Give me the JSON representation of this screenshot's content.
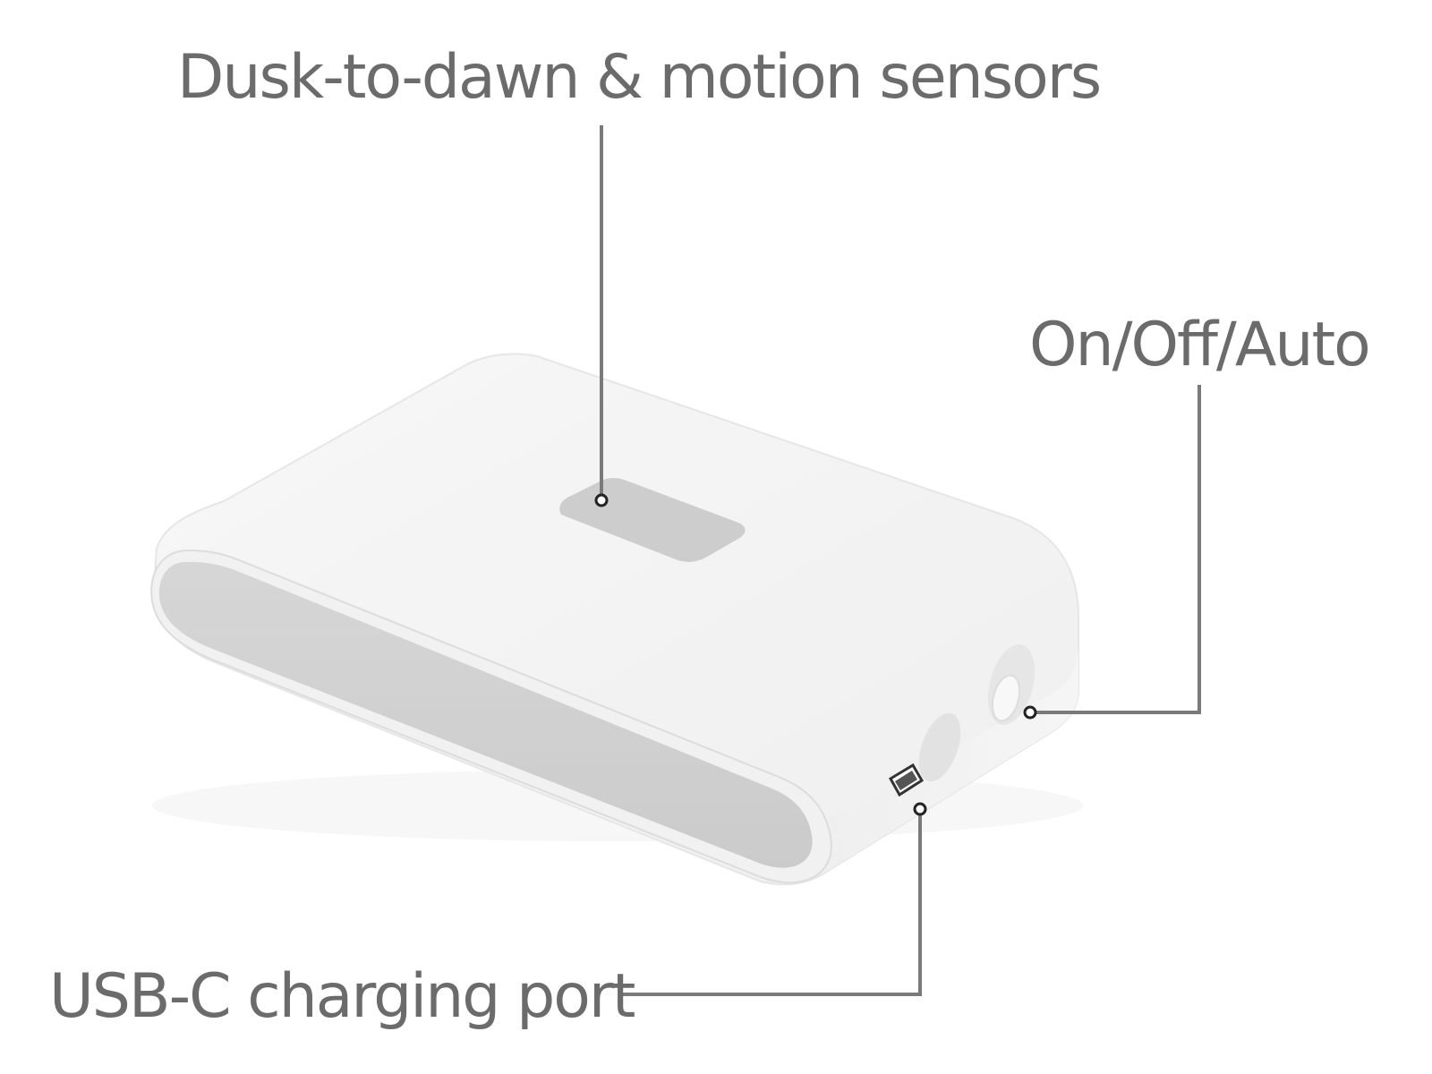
{
  "callouts": {
    "sensors": "Dusk-to-dawn & motion sensors",
    "switch": "On/Off/Auto",
    "usb": "USB-C charging port"
  },
  "colors": {
    "background": "#ffffff",
    "label_text": "#6b6b6b",
    "leader_line": "#7a7a7a",
    "device_body": "#f4f4f4",
    "device_face": "#cfcfcf",
    "sensor_window": "#cdcdcd"
  },
  "icons": {
    "device": "motion-sensor-light-device",
    "leader_end": "hollow-circle-dot"
  }
}
